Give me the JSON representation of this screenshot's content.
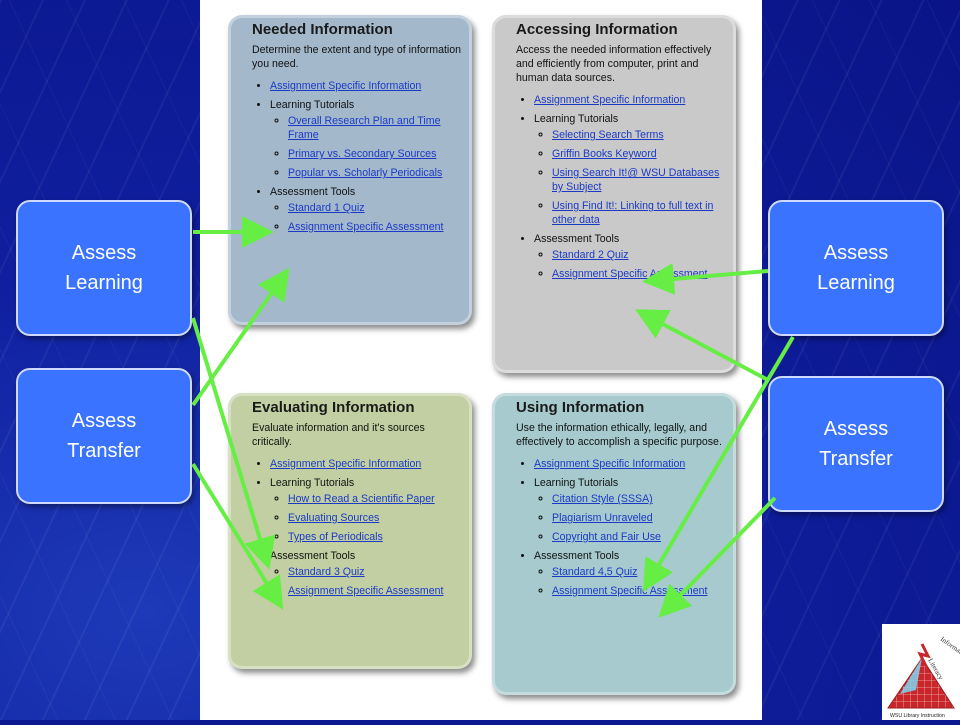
{
  "panels": {
    "needed": {
      "title": "Needed Information",
      "description": "Determine the extent and type of information you need.",
      "assignment_link": "Assignment Specific Information",
      "tutorials_label": "Learning Tutorials",
      "tutorials": [
        "Overall Research Plan and Time Frame",
        "Primary vs. Secondary Sources",
        "Popular vs. Scholarly Periodicals"
      ],
      "tools_label": "Assessment Tools",
      "tools": [
        "Standard 1 Quiz",
        "Assignment Specific Assessment"
      ]
    },
    "accessing": {
      "title": "Accessing Information",
      "description": "Access the needed information effectively and efficiently from computer, print and human data sources.",
      "assignment_link": "Assignment Specific Information",
      "tutorials_label": "Learning Tutorials",
      "tutorials": [
        "Selecting Search Terms",
        "Griffin Books Keyword",
        "Using Search It!@ WSU Databases by Subject",
        "Using Find It!: Linking to full text in other data"
      ],
      "tools_label": "Assessment Tools",
      "tools": [
        "Standard 2 Quiz",
        "Assignment Specific Assessment"
      ]
    },
    "evaluating": {
      "title": "Evaluating Information",
      "description": "Evaluate information and it's sources critically.",
      "assignment_link": "Assignment Specific Information",
      "tutorials_label": "Learning Tutorials",
      "tutorials": [
        "How to Read a Scientific Paper",
        "Evaluating Sources",
        "Types of Periodicals"
      ],
      "tools_label": "Assessment Tools",
      "tools": [
        "Standard 3 Quiz",
        "Assignment Specific Assessment"
      ]
    },
    "using": {
      "title": "Using Information",
      "description": "Use the information ethically, legally, and effectively to accomplish a specific purpose.",
      "assignment_link": "Assignment Specific Information",
      "tutorials_label": "Learning Tutorials",
      "tutorials": [
        "Citation Style (SSSA)",
        "Plagiarism Unraveled",
        "Copyright and Fair Use"
      ],
      "tools_label": "Assessment Tools",
      "tools": [
        "Standard 4,5 Quiz",
        "Assignment Specific Assessment"
      ]
    }
  },
  "callouts": {
    "left_learning": [
      "Assess",
      "Learning"
    ],
    "left_transfer": [
      "Assess",
      "Transfer"
    ],
    "right_learning": [
      "Assess",
      "Learning"
    ],
    "right_transfer": [
      "Assess",
      "Transfer"
    ]
  },
  "logo": {
    "arc_text": "Information",
    "middle_text": "Literacy",
    "bottom_text": "WSU Library Instruction"
  },
  "colors": {
    "background": "#0c1890",
    "callout": "#3a73ff",
    "arrow": "#66ee44",
    "link": "#1b3ac4",
    "needed_panel": "#a4b8cc",
    "accessing_panel": "#c9c9c9",
    "evaluating_panel": "#c2cfa3",
    "using_panel": "#a6cace"
  }
}
